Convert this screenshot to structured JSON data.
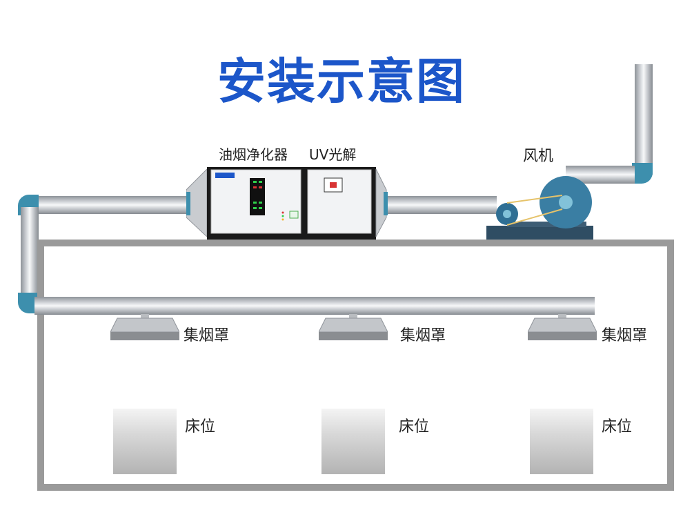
{
  "title": "安装示意图",
  "components": {
    "purifier_label": "油烟净化器",
    "uv_label": "UV光解",
    "fan_label": "风机"
  },
  "hoods": [
    {
      "label": "集烟罩"
    },
    {
      "label": "集烟罩"
    },
    {
      "label": "集烟罩"
    }
  ],
  "beds": [
    {
      "label": "床位"
    },
    {
      "label": "床位"
    },
    {
      "label": "床位"
    }
  ],
  "colors": {
    "title": "#1c56c9",
    "elbow": "#3d8fad",
    "room_wall": "#9a9a9a"
  }
}
